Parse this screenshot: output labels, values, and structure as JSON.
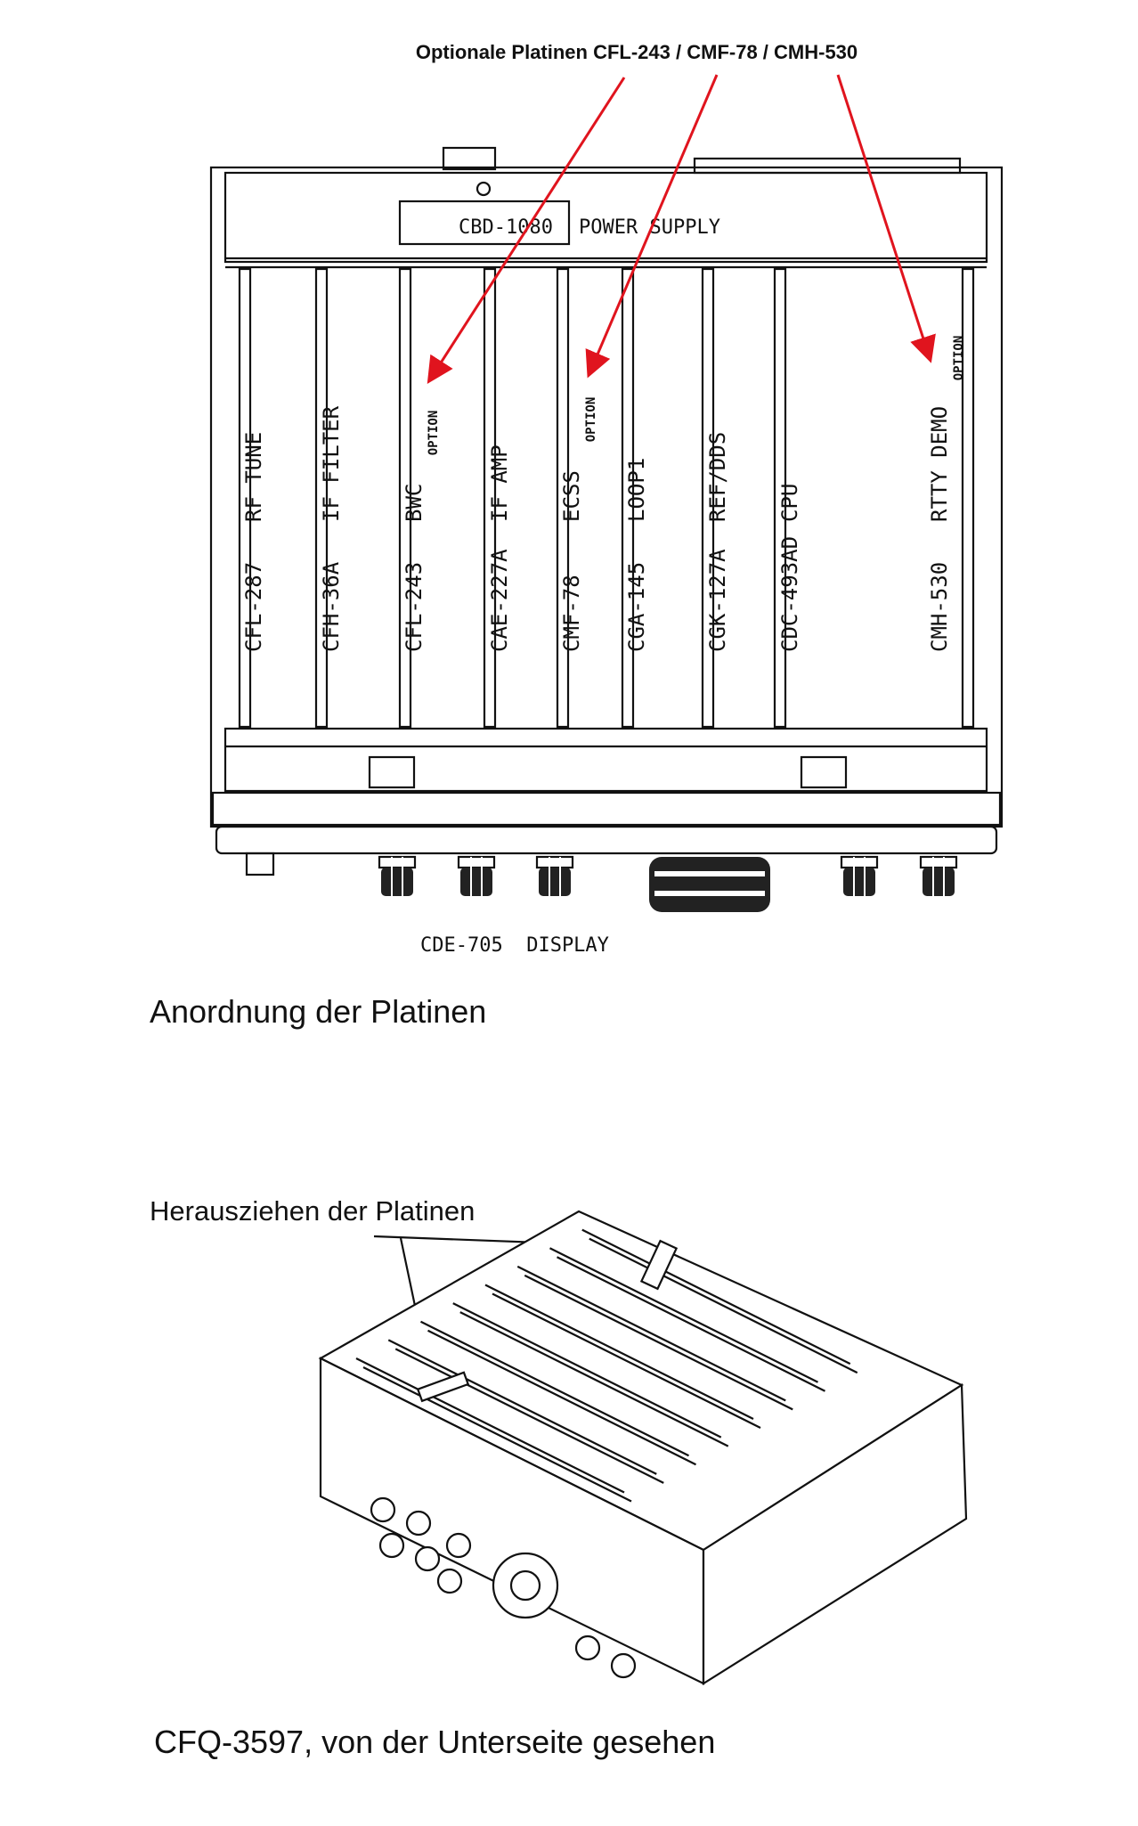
{
  "header": {
    "title": "Optionale Platinen CFL-243 / CMF-78 / CMH-530"
  },
  "top_view": {
    "power_supply": {
      "part": "CBD-1080",
      "name": "POWER SUPPLY"
    },
    "cards": [
      {
        "part": "CFL-287",
        "name": "RF TUNE",
        "option": ""
      },
      {
        "part": "CFH-36A",
        "name": "IF FILTER",
        "option": ""
      },
      {
        "part": "CFL-243",
        "name": "BWC",
        "option": "OPTION"
      },
      {
        "part": "CAE-227A",
        "name": "IF AMP",
        "option": ""
      },
      {
        "part": "CMF-78",
        "name": "ECSS",
        "option": "OPTION"
      },
      {
        "part": "CGA-145",
        "name": "LOOP1",
        "option": ""
      },
      {
        "part": "CGK-127A",
        "name": "REF/DDS",
        "option": ""
      },
      {
        "part": "CDC-493AD",
        "name": "CPU",
        "option": ""
      },
      {
        "part": "CMH-530",
        "name": "RTTY DEMO",
        "option": "OPTION"
      }
    ],
    "display_label": "CDE-705  DISPLAY",
    "caption": "Anordnung der Platinen",
    "arrow_color": "#e0141e"
  },
  "perspective_view": {
    "callout": "Herausziehen der Platinen",
    "caption": "CFQ-3597, von der Unterseite gesehen"
  }
}
